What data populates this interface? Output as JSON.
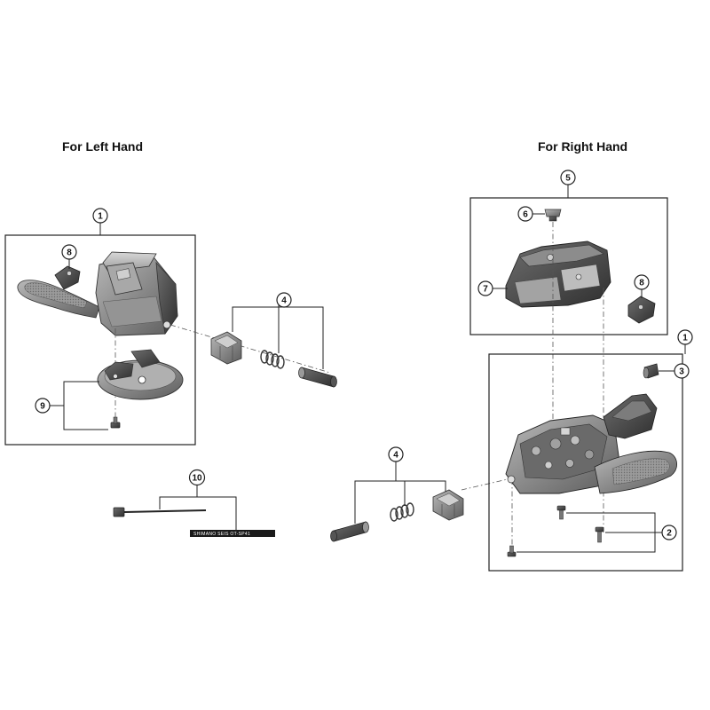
{
  "titles": {
    "left": "For Left Hand",
    "right": "For Right Hand"
  },
  "callouts": {
    "c1_left": "1",
    "c8_left": "8",
    "c9": "9",
    "c4_left": "4",
    "c10": "10",
    "c5": "5",
    "c6": "6",
    "c7": "7",
    "c8_right": "8",
    "c1_right": "1",
    "c3": "3",
    "c4_right": "4",
    "c2": "2"
  },
  "cable_label": "SHIMANO SEIS OT-SP41"
}
